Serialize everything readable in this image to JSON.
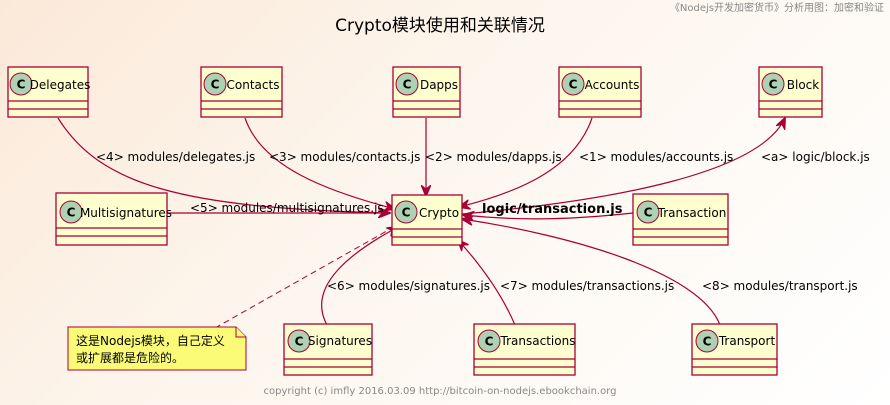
{
  "header": "《Nodejs开发加密货币》分析用图：加密和验证",
  "title": "Crypto模块使用和关联情况",
  "footer": "copyright (c) imfly 2016.03.09 http://bitcoin-on-nodejs.ebookchain.org",
  "class_badge": "C",
  "classes": {
    "delegates": "Delegates",
    "contacts": "Contacts",
    "dapps": "Dapps",
    "accounts": "Accounts",
    "block": "Block",
    "multisignatures": "Multisignatures",
    "crypto": "Crypto",
    "transaction": "Transaction",
    "signatures": "Signatures",
    "transactions": "Transactions",
    "transport": "Transport"
  },
  "edges": {
    "delegates": "<4> modules/delegates.js",
    "contacts": "<3> modules/contacts.js",
    "dapps": "<2> modules/dapps.js",
    "accounts": "<1> modules/accounts.js",
    "block": "<a> logic/block.js",
    "multisignatures": "<5> modules/multisignatures.js",
    "transaction": "logic/transaction.js",
    "signatures": "<6> modules/signatures.js",
    "transactions": "<7> modules/transactions.js",
    "transport": "<8> modules/transport.js"
  },
  "note": {
    "line1": "这是Nodejs模块，自己定义",
    "line2": "或扩展都是危险的。"
  },
  "colors": {
    "border": "#A80036",
    "class_fill": "#FEFECE",
    "badge_fill": "#ADD1B2",
    "note_fill": "#FBFB77"
  }
}
